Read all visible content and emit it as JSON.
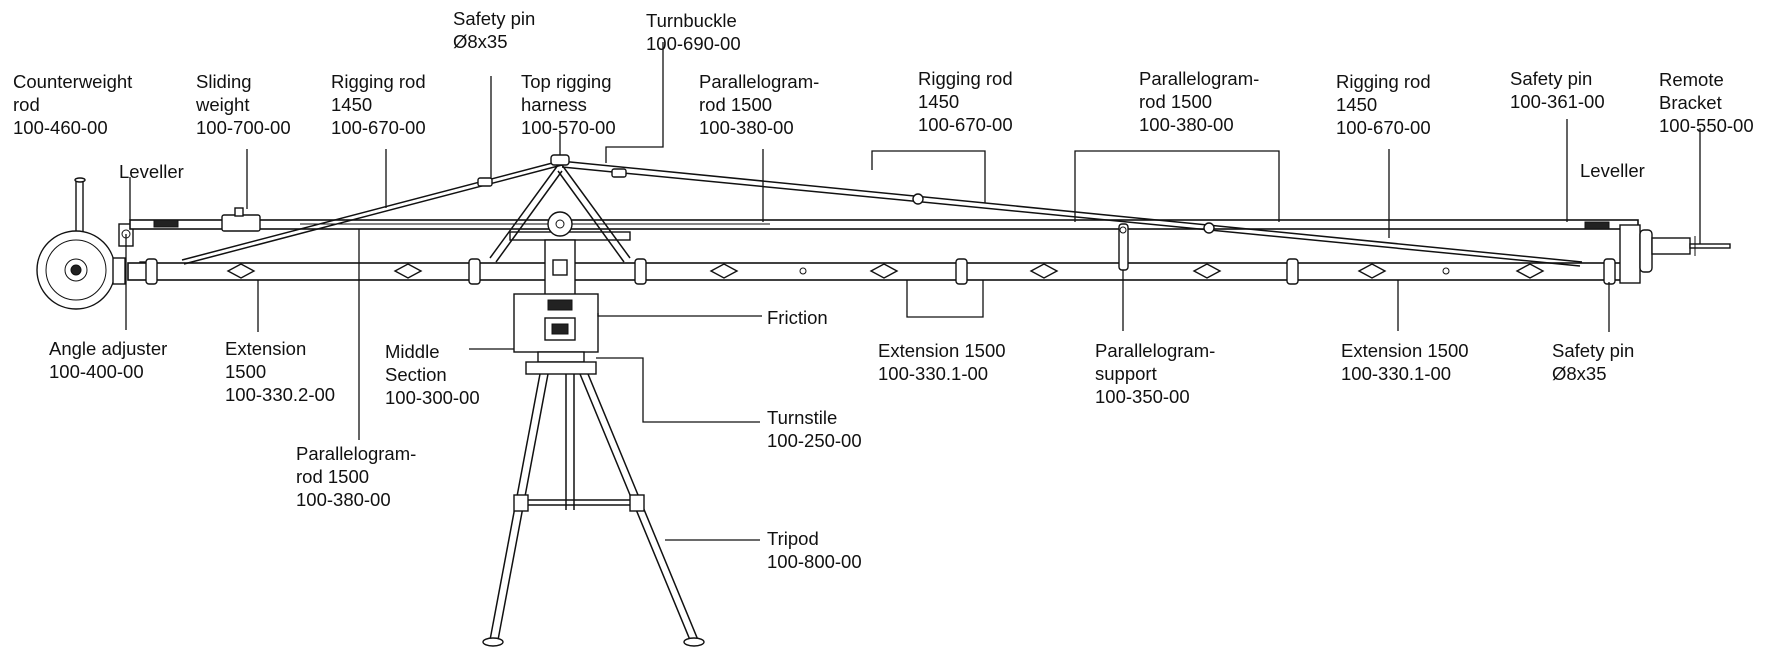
{
  "labels": {
    "counterweight_rod": {
      "line1": "Counterweight",
      "line2": "rod",
      "line3": "100-460-00"
    },
    "sliding_weight": {
      "line1": "Sliding",
      "line2": "weight",
      "line3": "100-700-00"
    },
    "rigging_rod_left": {
      "line1": "Rigging rod",
      "line2": "1450",
      "line3": "100-670-00"
    },
    "safety_pin_top": {
      "line1": "Safety pin",
      "line2": "Ø8x35"
    },
    "top_rigging_harness": {
      "line1": "Top rigging",
      "line2": "harness",
      "line3": "100-570-00"
    },
    "turnbuckle": {
      "line1": "Turnbuckle",
      "line2": "100-690-00"
    },
    "parallelogram_rod_top_left": {
      "line1": "Parallelogram-",
      "line2": "rod 1500",
      "line3": "100-380-00"
    },
    "rigging_rod_middle": {
      "line1": "Rigging rod",
      "line2": "1450",
      "line3": "100-670-00"
    },
    "parallelogram_rod_top_right": {
      "line1": "Parallelogram-",
      "line2": "rod 1500",
      "line3": "100-380-00"
    },
    "rigging_rod_right": {
      "line1": "Rigging rod",
      "line2": "1450",
      "line3": "100-670-00"
    },
    "safety_pin_right_top": {
      "line1": "Safety pin",
      "line2": "100-361-00"
    },
    "remote_bracket": {
      "line1": "Remote",
      "line2": "Bracket",
      "line3": "100-550-00"
    },
    "leveller_left": {
      "line1": "Leveller"
    },
    "leveller_right": {
      "line1": "Leveller"
    },
    "angle_adjuster": {
      "line1": "Angle adjuster",
      "line2": "100-400-00"
    },
    "extension_left": {
      "line1": "Extension",
      "line2": "1500",
      "line3": "100-330.2-00"
    },
    "middle_section": {
      "line1": "Middle",
      "line2": "Section",
      "line3": "100-300-00"
    },
    "friction": {
      "line1": "Friction"
    },
    "extension_middle": {
      "line1": "Extension 1500",
      "line2": "100-330.1-00"
    },
    "parallelogram_support": {
      "line1": "Parallelogram-",
      "line2": "support",
      "line3": "100-350-00"
    },
    "extension_right": {
      "line1": "Extension 1500",
      "line2": "100-330.1-00"
    },
    "safety_pin_right_bottom": {
      "line1": "Safety pin",
      "line2": "Ø8x35"
    },
    "turnstile": {
      "line1": "Turnstile",
      "line2": "100-250-00"
    },
    "parallelogram_rod_bottom": {
      "line1": "Parallelogram-",
      "line2": "rod 1500",
      "line3": "100-380-00"
    },
    "tripod": {
      "line1": "Tripod",
      "line2": "100-800-00"
    }
  },
  "colors": {
    "line": "#111111",
    "background": "#ffffff"
  }
}
